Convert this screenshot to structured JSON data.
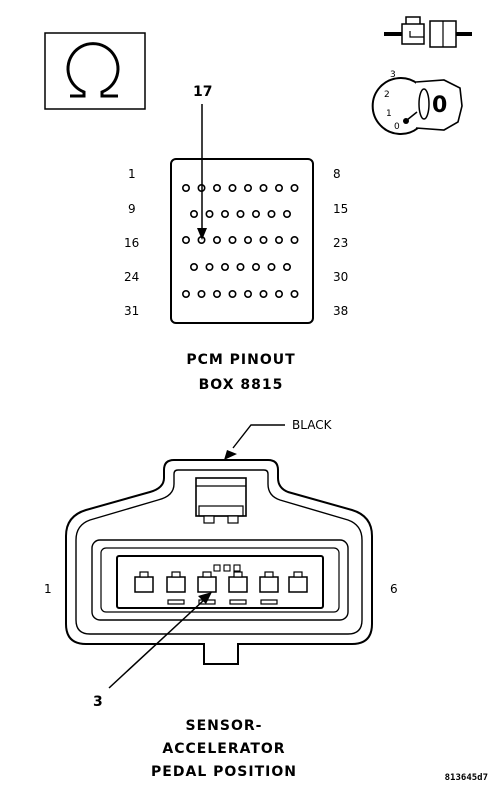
{
  "pcm": {
    "pin_callout": "17",
    "left_labels": [
      "1",
      "9",
      "16",
      "24",
      "31"
    ],
    "right_labels": [
      "8",
      "15",
      "23",
      "30",
      "38"
    ],
    "title_line1": "PCM PINOUT",
    "title_line2": "BOX 8815"
  },
  "ignition": {
    "positions": [
      "3",
      "2",
      "1",
      "0"
    ],
    "key_label": "0"
  },
  "connector": {
    "color_label": "BLACK",
    "left_pin": "1",
    "right_pin": "6",
    "pin_callout": "3",
    "title_line1": "SENSOR-",
    "title_line2": "ACCELERATOR",
    "title_line3": "PEDAL POSITION"
  },
  "figure_id": "813645d7"
}
